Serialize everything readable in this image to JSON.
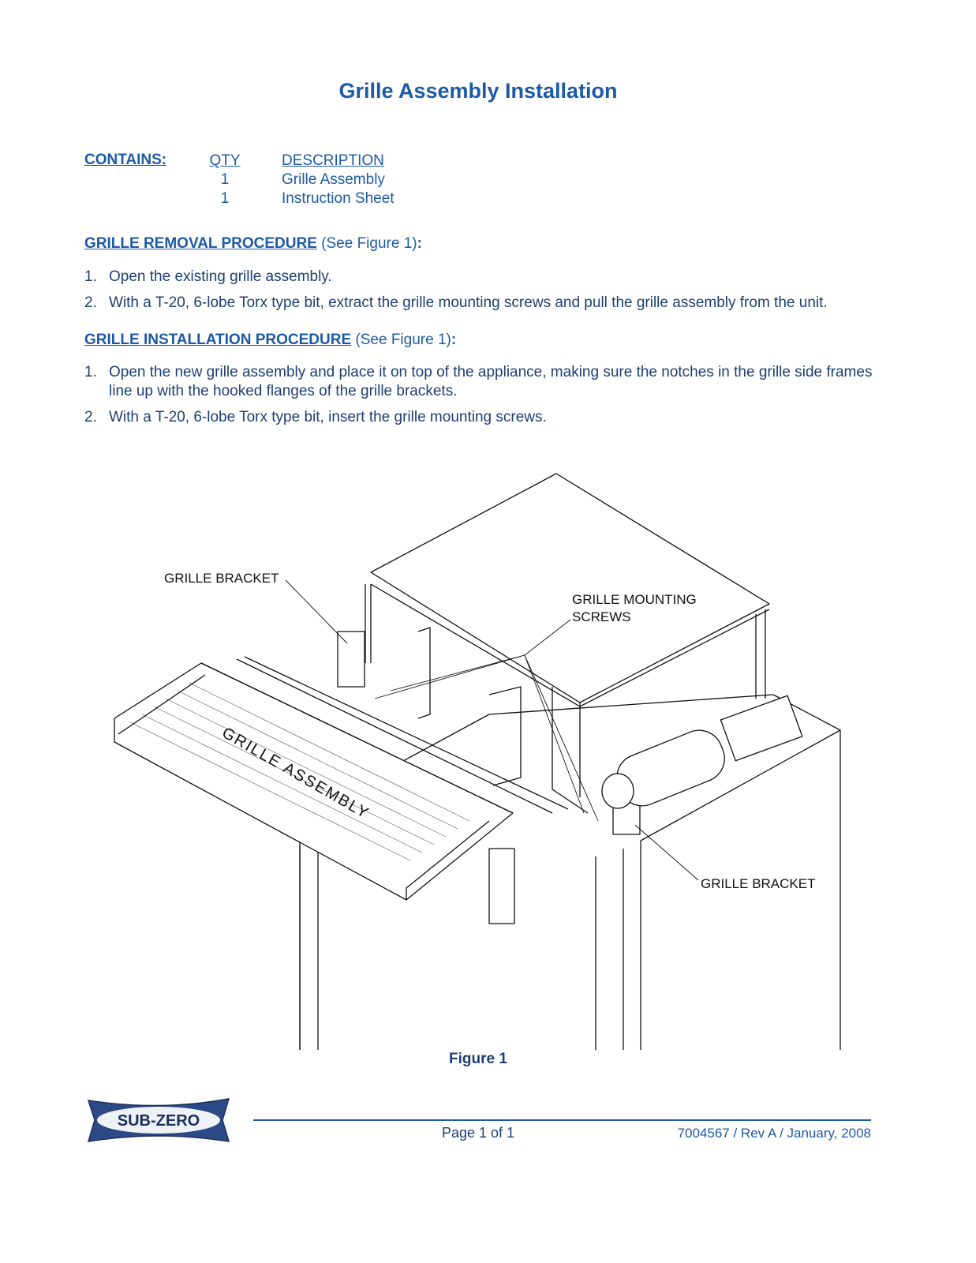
{
  "title": "Grille Assembly Installation",
  "contains": {
    "label": "CONTAINS:",
    "qty_header": "QTY",
    "desc_header": "DESCRIPTION",
    "items": [
      {
        "qty": "1",
        "description": "Grille Assembly"
      },
      {
        "qty": "1",
        "description": "Instruction Sheet"
      }
    ]
  },
  "removal": {
    "heading": "GRILLE REMOVAL PROCEDURE",
    "see": " (See Figure 1)",
    "colon": ":",
    "steps": [
      {
        "num": "1.",
        "text": "Open the existing grille assembly."
      },
      {
        "num": "2.",
        "text": "With a T-20, 6-lobe Torx type bit, extract the grille mounting screws and pull the grille assembly from the unit."
      }
    ]
  },
  "installation": {
    "heading": "GRILLE INSTALLATION PROCEDURE",
    "see": " (See Figure 1)",
    "colon": ":",
    "steps": [
      {
        "num": "1.",
        "text": "Open the new grille assembly and place it on top of the appliance, making sure the notches in the grille side frames line up with the hooked flanges of the grille brackets."
      },
      {
        "num": "2.",
        "text": "With a T-20, 6-lobe Torx type bit, insert the grille mounting screws."
      }
    ]
  },
  "figure": {
    "labels": {
      "grille_bracket_left": "GRILLE BRACKET",
      "mounting_screws_line1": "GRILLE MOUNTING",
      "mounting_screws_line2": "SCREWS",
      "grille_bracket_right": "GRILLE BRACKET",
      "grille_assembly": "GRILLE ASSEMBLY"
    },
    "caption": "Figure 1"
  },
  "footer": {
    "logo_text": "SUB-ZERO",
    "page": "Page 1 of 1",
    "doc_id": "7004567 / Rev A  / January, 2008"
  },
  "colors": {
    "heading_blue": "#1d5aa6",
    "text_navy": "#1d3f73"
  }
}
